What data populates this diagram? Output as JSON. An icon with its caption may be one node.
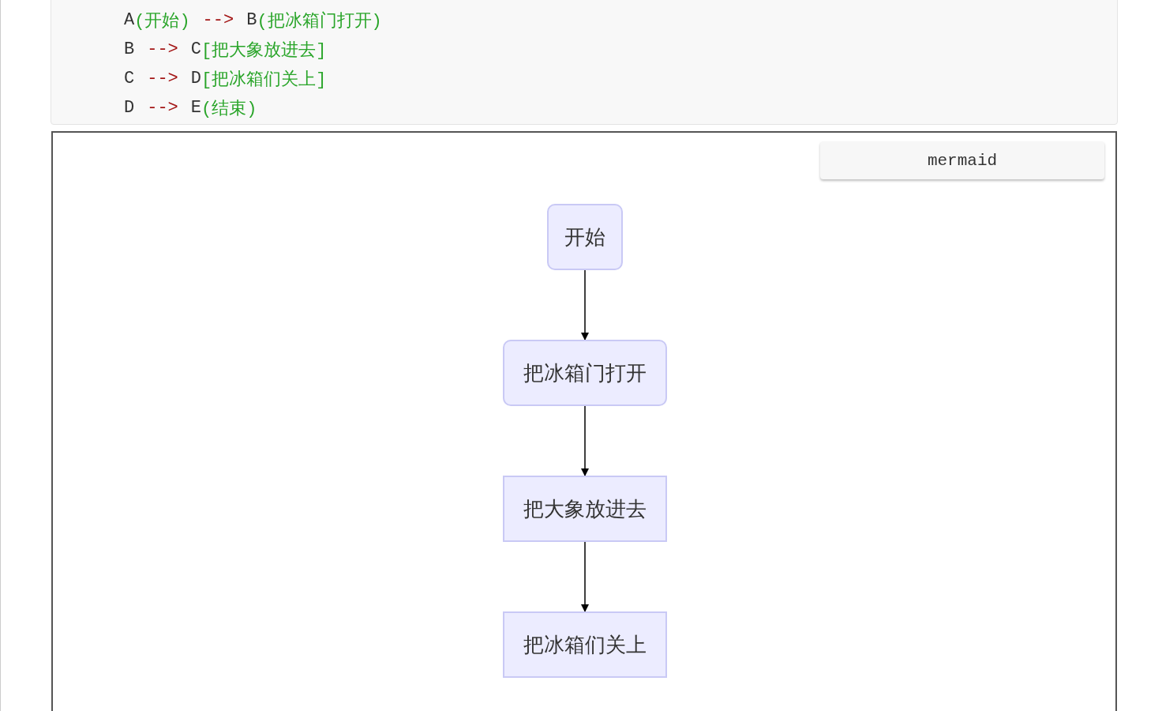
{
  "diagram": {
    "nodes": [
      {
        "text": [
          "开始"
        ]
      },
      {
        "text": [
          "把冰箱门打开"
        ]
      },
      {
        "text": [
          "把大象放进去"
        ]
      },
      {
        "text": [
          "把冰箱们关上"
        ]
      }
    ],
    "edges": [
      {
        "from": 0,
        "to": 1,
        "arrow": "to"
      },
      {
        "from": 1,
        "to": 2,
        "arrow": "to"
      },
      {
        "from": 2,
        "to": 3,
        "arrow": "to"
      }
    ],
    "labels": [
      "A",
      "(开始)",
      "-->",
      "B",
      "(把冰箱门打开)",
      "B",
      "-->",
      "C",
      "[把大象放进去]",
      "C",
      "-->",
      "D",
      "[把冰箱们关上]",
      "D",
      "-->",
      "E",
      "(结束)",
      "mermaid"
    ]
  }
}
